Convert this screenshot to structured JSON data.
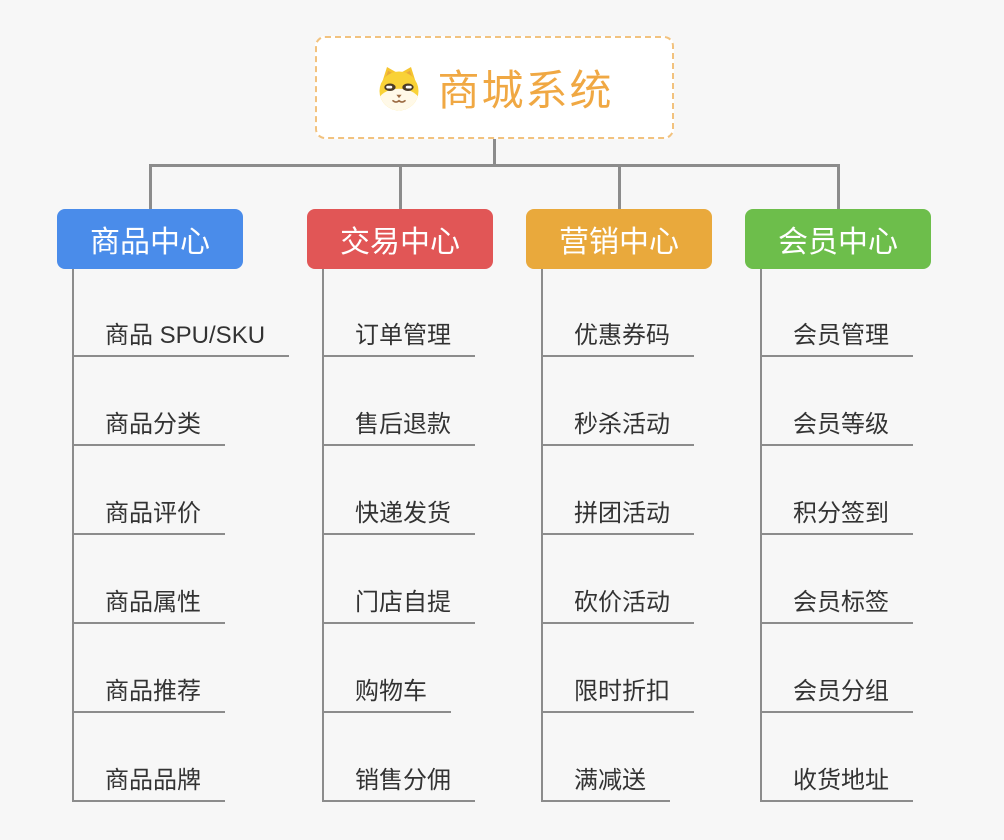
{
  "colors": {
    "background": "#F7F7F7",
    "connector": "#8C8C8C",
    "leaf_text": "#333333"
  },
  "root": {
    "title": "商城系统",
    "icon": "shiba-dog-icon",
    "text_color": "#F0A843",
    "border_color": "#F2C27E",
    "background": "#FFFFFF"
  },
  "branches": [
    {
      "label": "商品中心",
      "color": "#4A8CEA",
      "children": [
        "商品 SPU/SKU",
        "商品分类",
        "商品评价",
        "商品属性",
        "商品推荐",
        "商品品牌"
      ]
    },
    {
      "label": "交易中心",
      "color": "#E15656",
      "children": [
        "订单管理",
        "售后退款",
        "快递发货",
        "门店自提",
        "购物车",
        "销售分佣"
      ]
    },
    {
      "label": "营销中心",
      "color": "#E9A93C",
      "children": [
        "优惠券码",
        "秒杀活动",
        "拼团活动",
        "砍价活动",
        "限时折扣",
        "满减送"
      ]
    },
    {
      "label": "会员中心",
      "color": "#6DBE4B",
      "children": [
        "会员管理",
        "会员等级",
        "积分签到",
        "会员标签",
        "会员分组",
        "收货地址"
      ]
    }
  ]
}
